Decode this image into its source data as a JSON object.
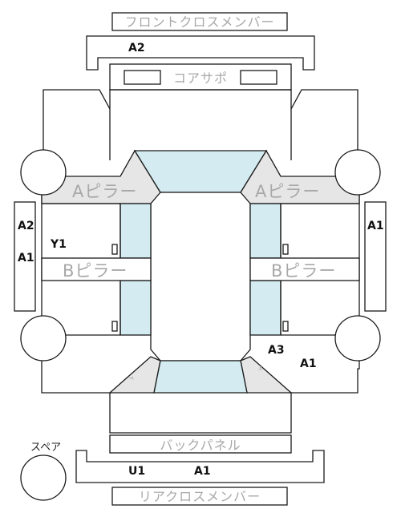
{
  "labels": {
    "front_cross_member": "フロントクロスメンバー",
    "core_support": "コアサポ",
    "a_pillar": "Aピラー",
    "b_pillar": "Bピラー",
    "back_panel": "バックパネル",
    "rear_cross_member": "リアクロスメンバー",
    "spare": "スペア",
    "trunk_ornament": "ᔾ"
  },
  "damage_codes": {
    "front_cross": "A2",
    "left_side_top": "A2",
    "left_side_bottom": "A1",
    "right_side": "A1",
    "left_front_door": "Y1",
    "right_rear_door_upper": "A3",
    "right_rear_door_lower": "A1",
    "rear_cross_left": "U1",
    "rear_cross_right": "A1"
  },
  "colors": {
    "glass": "#d3ebf1",
    "pillar_fill": "#e6e6e6",
    "label_gray": "#a8a8a8"
  }
}
